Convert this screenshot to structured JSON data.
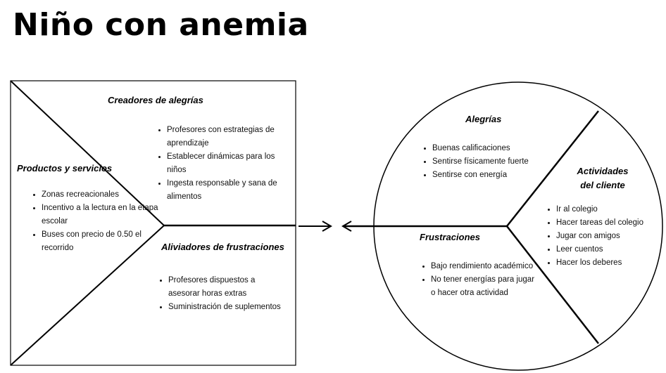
{
  "title": "Niño con anemia",
  "value_map": {
    "gain_creators": {
      "heading": "Creadores de alegrías",
      "items": [
        "Profesores con estrategias de aprendizaje",
        "Establecer dinámicas para los niños",
        "Ingesta responsable y sana de alimentos"
      ]
    },
    "products_services": {
      "heading": "Productos y servicios",
      "items": [
        "Zonas recreacionales",
        "Incentivo a la lectura en la etapa escolar",
        "Buses con precio de 0.50 el recorrido"
      ]
    },
    "pain_relievers": {
      "heading": "Aliviadores de frustraciones",
      "items": [
        "Profesores dispuestos a asesorar horas extras",
        "Suministración de suplementos"
      ]
    }
  },
  "customer_profile": {
    "gains": {
      "heading": "Alegrías",
      "items": [
        "Buenas calificaciones",
        "Sentirse físicamente fuerte",
        "Sentirse con energía"
      ]
    },
    "jobs": {
      "heading_line1": "Actividades",
      "heading_line2": "del cliente",
      "items": [
        "Ir  al colegio",
        "Hacer tareas del colegio",
        "Jugar con amigos",
        "Leer cuentos",
        "Hacer los deberes"
      ]
    },
    "pains": {
      "heading": "Frustraciones",
      "items": [
        "Bajo rendimiento académico",
        "No tener energías para jugar o hacer otra actividad"
      ]
    }
  }
}
